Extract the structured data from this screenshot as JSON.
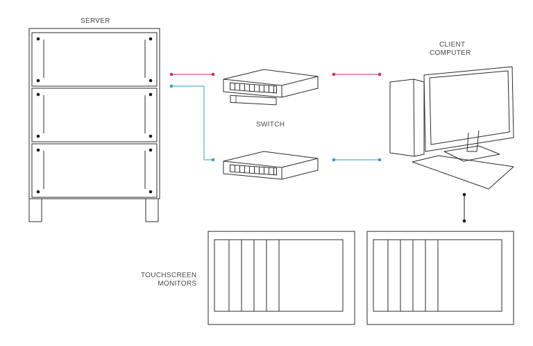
{
  "labels": {
    "server": "SERVER",
    "switch": "SWITCH",
    "client_line1": "CLIENT",
    "client_line2": "COMPUTER",
    "monitors_line1": "TOUCHSCREEN",
    "monitors_line2": "MONITORS"
  },
  "colors": {
    "stroke": "#2a2a2a",
    "link_red": "#e0245e",
    "link_blue": "#2a9fd6",
    "text": "#4a4a4a"
  }
}
